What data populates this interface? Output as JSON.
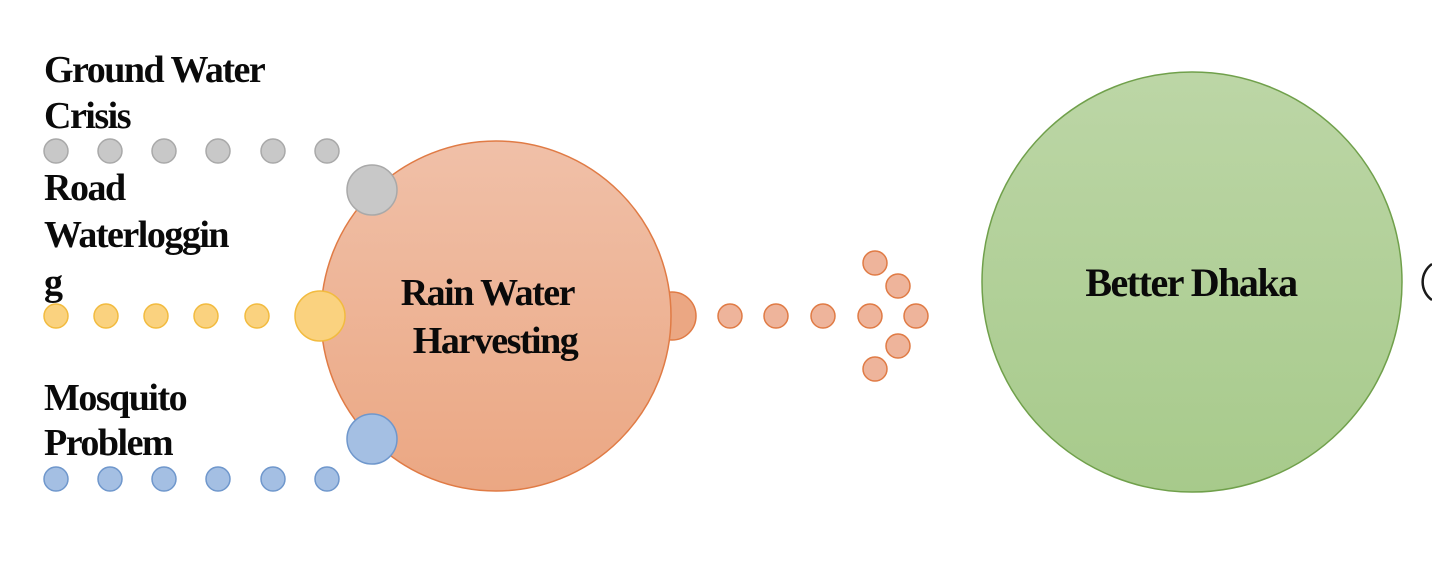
{
  "diagram": {
    "inputs": [
      {
        "id": "ground-water",
        "lines": [
          "Ground Water",
          "Crisis"
        ],
        "color": "#c8c8c8",
        "stroke": "#a9a9a9"
      },
      {
        "id": "road-waterlogging",
        "lines": [
          "Road",
          "Waterloggin",
          "g"
        ],
        "color": "#fad27f",
        "stroke": "#f2bb3f"
      },
      {
        "id": "mosquito",
        "lines": [
          "Mosquito",
          "Problem"
        ],
        "color": "#a4bfe3",
        "stroke": "#6f97cc"
      }
    ],
    "hub": {
      "lines": [
        "Rain Water",
        "Harvesting"
      ],
      "color": "#eeb49b",
      "stroke": "#e07b45"
    },
    "goal": {
      "lines": [
        "Better Dhaka"
      ],
      "color": "#b3d09b",
      "stroke": "#70a04b"
    }
  }
}
